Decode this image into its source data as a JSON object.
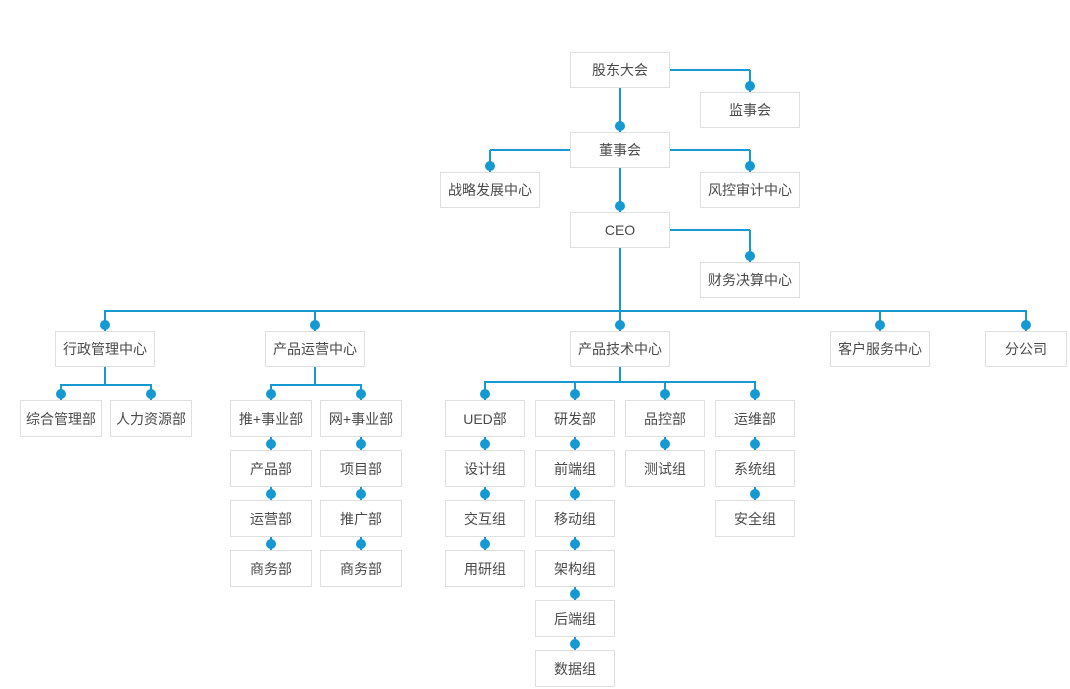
{
  "colors": {
    "line": "#1499d3",
    "box-border": "#dfdfdf",
    "box-bg": "#ffffff",
    "text": "#4a4a4a",
    "background": "#ffffff"
  },
  "chart_type": "org-chart",
  "nodes": {
    "shareholders_meeting": {
      "label": "股东大会",
      "parent": null
    },
    "supervisory_board": {
      "label": "监事会",
      "parent": "shareholders_meeting"
    },
    "board_of_directors": {
      "label": "董事会",
      "parent": "shareholders_meeting"
    },
    "strategy_development_center": {
      "label": "战略发展中心",
      "parent": "board_of_directors"
    },
    "risk_audit_center": {
      "label": "风控审计中心",
      "parent": "board_of_directors"
    },
    "ceo": {
      "label": "CEO",
      "parent": "board_of_directors"
    },
    "finance_accounting_center": {
      "label": "财务决算中心",
      "parent": "ceo"
    },
    "admin_management_center": {
      "label": "行政管理中心",
      "parent": "ceo"
    },
    "general_management_dept": {
      "label": "综合管理部",
      "parent": "admin_management_center"
    },
    "human_resources_dept": {
      "label": "人力资源部",
      "parent": "admin_management_center"
    },
    "product_operation_center": {
      "label": "产品运营中心",
      "parent": "ceo"
    },
    "tui_plus_division": {
      "label": "推+事业部",
      "parent": "product_operation_center"
    },
    "wang_plus_division": {
      "label": "网+事业部",
      "parent": "product_operation_center"
    },
    "product_dept": {
      "label": "产品部",
      "parent": "tui_plus_division"
    },
    "operation_dept": {
      "label": "运营部",
      "parent": "product_dept"
    },
    "business_dept_1": {
      "label": "商务部",
      "parent": "operation_dept"
    },
    "project_dept": {
      "label": "项目部",
      "parent": "wang_plus_division"
    },
    "promotion_dept": {
      "label": "推广部",
      "parent": "project_dept"
    },
    "business_dept_2": {
      "label": "商务部",
      "parent": "promotion_dept"
    },
    "product_technology_center": {
      "label": "产品技术中心",
      "parent": "ceo"
    },
    "ued_dept": {
      "label": "UED部",
      "parent": "product_technology_center"
    },
    "design_group": {
      "label": "设计组",
      "parent": "ued_dept"
    },
    "interaction_group": {
      "label": "交互组",
      "parent": "design_group"
    },
    "user_research_group": {
      "label": "用研组",
      "parent": "interaction_group"
    },
    "rd_dept": {
      "label": "研发部",
      "parent": "product_technology_center"
    },
    "frontend_group": {
      "label": "前端组",
      "parent": "rd_dept"
    },
    "mobile_group": {
      "label": "移动组",
      "parent": "frontend_group"
    },
    "architecture_group": {
      "label": "架构组",
      "parent": "mobile_group"
    },
    "backend_group": {
      "label": "后端组",
      "parent": "architecture_group"
    },
    "data_group": {
      "label": "数据组",
      "parent": "backend_group"
    },
    "quality_control_dept": {
      "label": "品控部",
      "parent": "product_technology_center"
    },
    "testing_group": {
      "label": "测试组",
      "parent": "quality_control_dept"
    },
    "operations_maintenance_dept": {
      "label": "运维部",
      "parent": "product_technology_center"
    },
    "system_group": {
      "label": "系统组",
      "parent": "operations_maintenance_dept"
    },
    "security_group": {
      "label": "安全组",
      "parent": "system_group"
    },
    "customer_service_center": {
      "label": "客户服务中心",
      "parent": "ceo"
    },
    "branch_company": {
      "label": "分公司",
      "parent": "ceo"
    }
  }
}
